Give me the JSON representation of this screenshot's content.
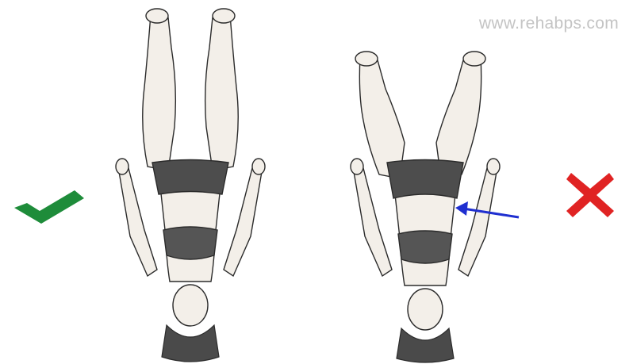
{
  "watermark": {
    "text": "www.rehabps.com"
  },
  "left_example": {
    "verdict": "correct",
    "icon": "checkmark-icon",
    "color": "#1e8c3a"
  },
  "right_example": {
    "verdict": "incorrect",
    "icon": "cross-icon",
    "color": "#e02323"
  },
  "arrow": {
    "icon": "arrow-icon",
    "color": "#1f2fd0"
  },
  "colors": {
    "skin": "#f3efe9",
    "outline": "#2b2b2b",
    "clothing": "#4d4d4d",
    "shade": "#bdbdbd"
  }
}
